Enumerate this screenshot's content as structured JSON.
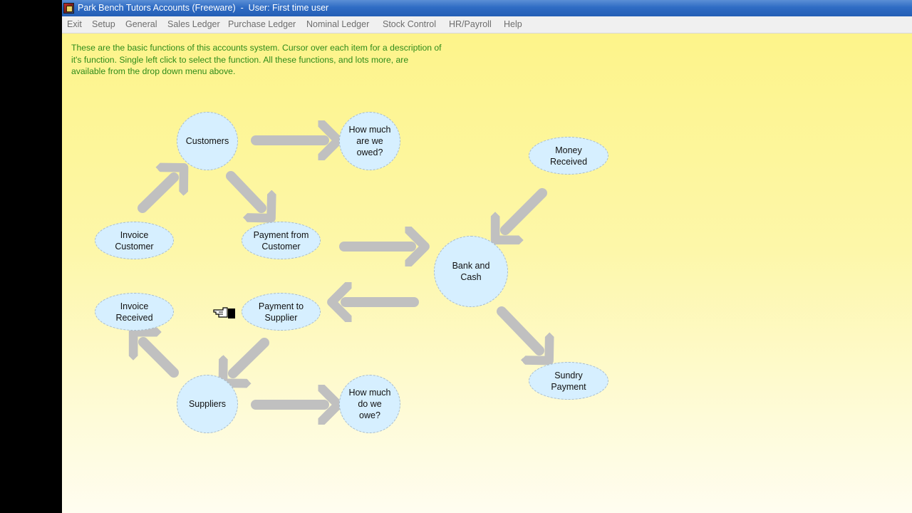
{
  "window": {
    "title": "Park Bench Tutors Accounts (Freeware)  -  User: First time user"
  },
  "icons": {
    "app": "app-icon",
    "cursor": "hand-pointer-icon",
    "arrows": "grey-arrow-icon"
  },
  "menu": {
    "items": [
      "Exit",
      "Setup",
      "General",
      "Sales Ledger",
      "Purchase Ledger",
      "Nominal Ledger",
      "Stock Control",
      "HR/Payroll",
      "Help"
    ]
  },
  "instructions": {
    "line1": "These are the basic functions of this accounts system.  Cursor over each item for a description of",
    "line2": "it's function.  Single left click to select the function. All these functions, and lots more, are",
    "line3": "available from the drop down menu above."
  },
  "nodes": {
    "customers": "Customers",
    "owed_l1": "How much",
    "owed_l2": "are we",
    "owed_l3": "owed?",
    "invoice_customer_l1": "Invoice",
    "invoice_customer_l2": "Customer",
    "payment_from_l1": "Payment from",
    "payment_from_l2": "Customer",
    "bank_l1": "Bank and",
    "bank_l2": "Cash",
    "money_l1": "Money",
    "money_l2": "Received",
    "invoice_received_l1": "Invoice",
    "invoice_received_l2": "Received",
    "payment_to_l1": "Payment to",
    "payment_to_l2": "Supplier",
    "suppliers": "Suppliers",
    "owe_l1": "How much",
    "owe_l2": "do we",
    "owe_l3": "owe?",
    "sundry_l1": "Sundry",
    "sundry_l2": "Payment"
  },
  "colors": {
    "node_fill": "#d6efff",
    "arrow": "#c0c0c0",
    "instructions_text": "#2e8b1a",
    "menu_text": "#6d6d6d"
  }
}
